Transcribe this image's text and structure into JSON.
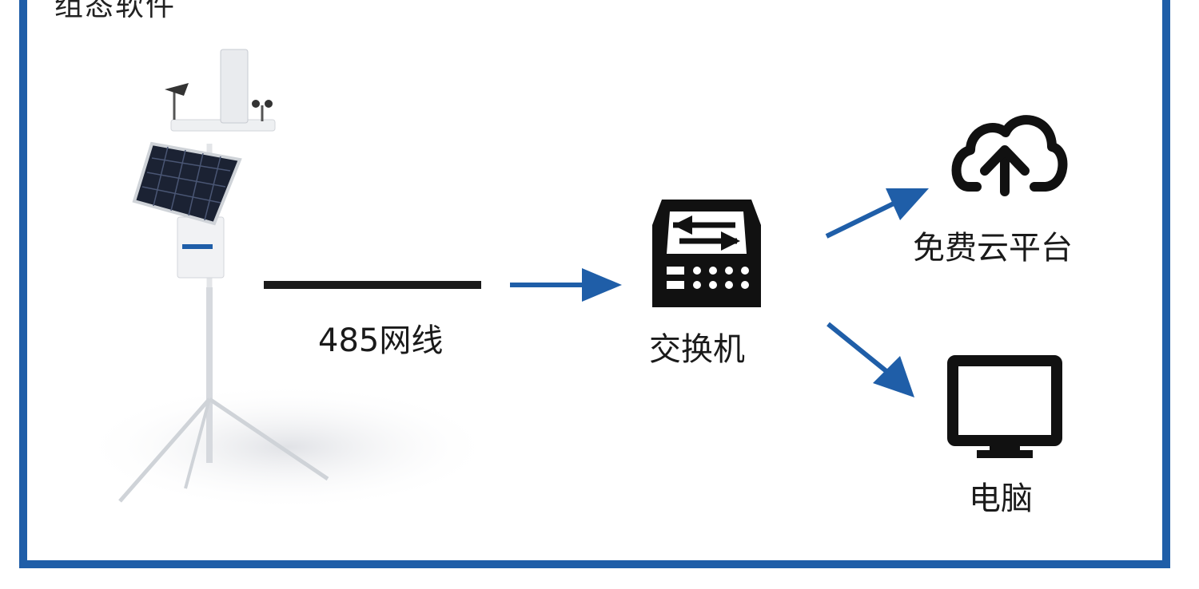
{
  "frame": {
    "title": "组态软件",
    "border_color": "#1f5ea8"
  },
  "cable": {
    "label": "485网线"
  },
  "switch": {
    "label": "交换机"
  },
  "cloud": {
    "label": "免费云平台"
  },
  "computer": {
    "label": "电脑"
  },
  "colors": {
    "arrow": "#1f5ea8",
    "icon": "#111111"
  }
}
